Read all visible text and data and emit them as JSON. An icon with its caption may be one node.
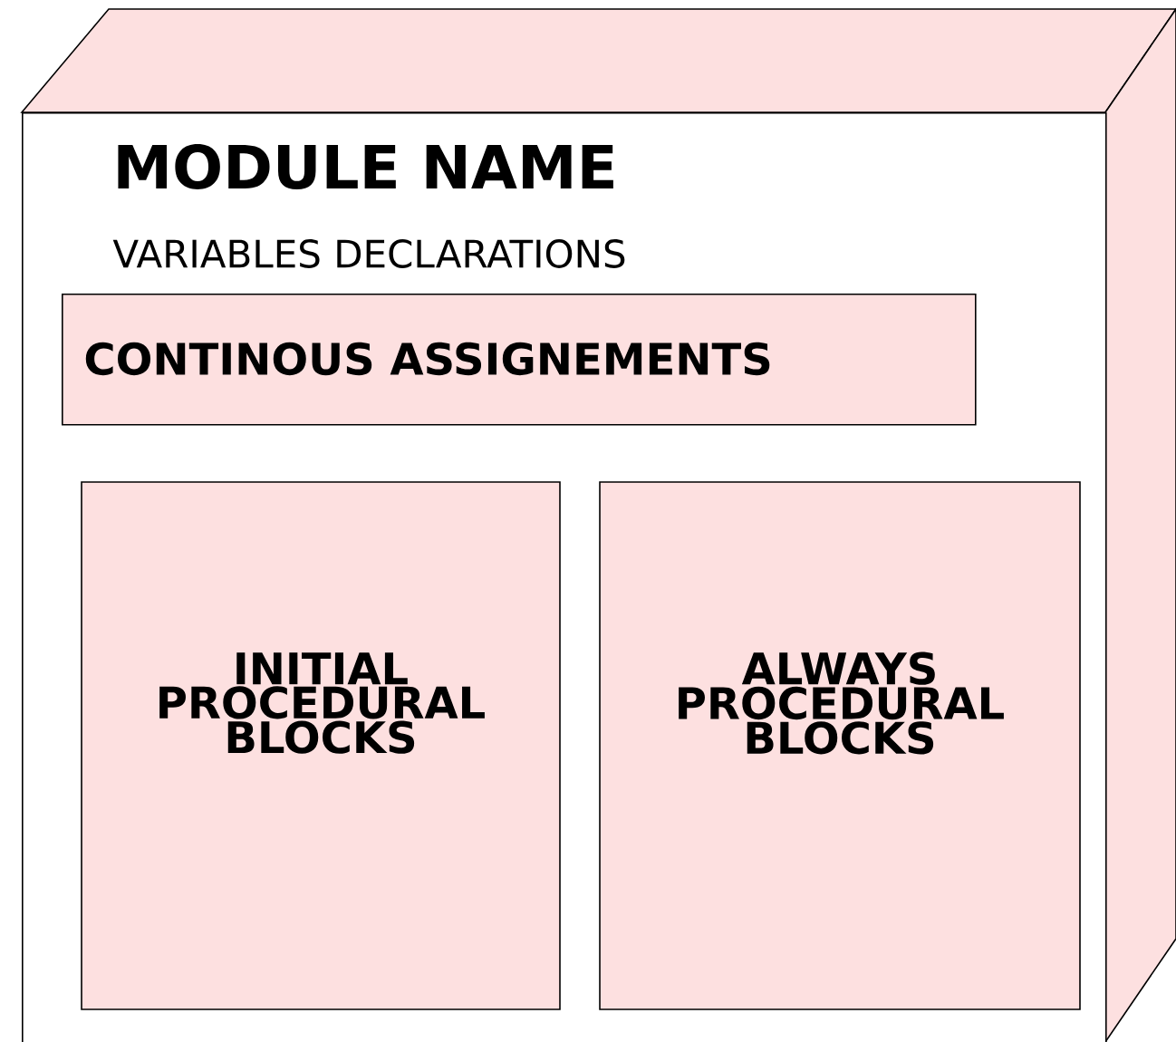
{
  "diagram": {
    "nodes": [
      {
        "text": [
          "MODULE NAME",
          "VARIABLES DECLARATIONS"
        ]
      },
      {
        "text": [
          "CONTINOUS ASSIGNEMENTS"
        ],
        "in": 0
      },
      {
        "text": [
          "INITIAL PROCEDURAL BLOCKS"
        ],
        "in": 0
      },
      {
        "text": [
          "ALWAYS PROCEDURAL BLOCKS"
        ],
        "in": 0
      }
    ]
  }
}
